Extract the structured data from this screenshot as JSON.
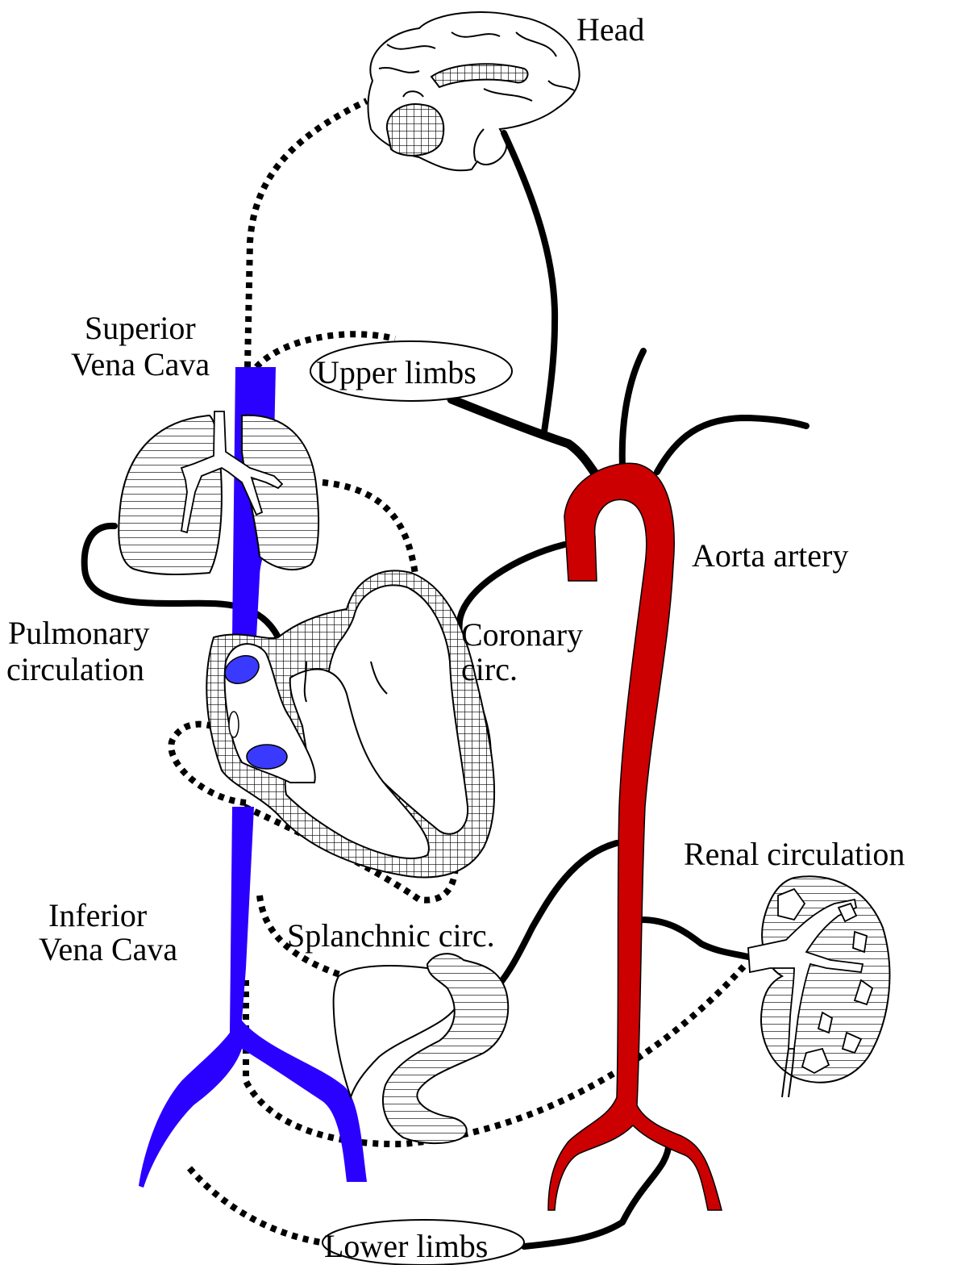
{
  "labels": {
    "head": "Head",
    "superior_vena_cava": [
      "Superior",
      "Vena Cava"
    ],
    "upper_limbs": "Upper limbs",
    "aorta_artery": "Aorta artery",
    "pulmonary_circulation": [
      "Pulmonary",
      "circulation"
    ],
    "coronary_circ": [
      "Coronary",
      "circ."
    ],
    "renal_circulation": "Renal circulation",
    "inferior_vena_cava": [
      "Inferior",
      "Vena Cava"
    ],
    "splanchnic_circ": "Splanchnic circ.",
    "lower_limbs": "Lower limbs"
  },
  "colors": {
    "vena_cava": "#2a00ff",
    "aorta": "#cc0000",
    "chamber_spots": "#3a3aff",
    "vessel_line": "#000000"
  },
  "line_styles": {
    "arterial_supply": "solid",
    "venous_return": "dotted"
  }
}
